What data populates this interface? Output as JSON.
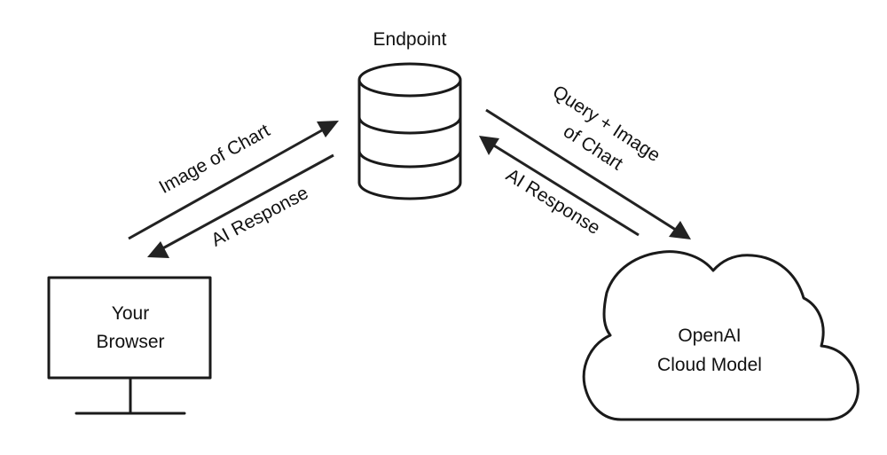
{
  "nodes": {
    "endpoint": {
      "label": "Endpoint",
      "icon": "database-icon"
    },
    "browser": {
      "label_line1": "Your",
      "label_line2": "Browser",
      "icon": "monitor-icon"
    },
    "cloud": {
      "label_line1": "OpenAI",
      "label_line2": "Cloud Model",
      "icon": "cloud-icon"
    }
  },
  "edges": {
    "browser_to_endpoint": {
      "label": "Image of Chart"
    },
    "endpoint_to_browser": {
      "label": "AI Response"
    },
    "endpoint_to_cloud": {
      "label_line1": "Query + Image",
      "label_line2": "of Chart"
    },
    "cloud_to_endpoint": {
      "label": "AI Response"
    }
  },
  "colors": {
    "stroke": "#1a1a1a",
    "background": "#ffffff"
  }
}
